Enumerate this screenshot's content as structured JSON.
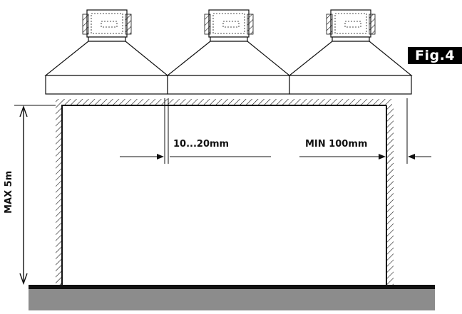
{
  "figure": {
    "label": "Fig.4"
  },
  "dimensions": {
    "gap_label": "10...20mm",
    "side_clearance_label": "MIN 100mm",
    "height_label": "MAX  5m"
  },
  "units": {
    "count": 3
  },
  "colors": {
    "line": "#111111",
    "floor_top": "#111111",
    "floor_fill": "#8c8c8c",
    "badge_bg": "#000000",
    "badge_text": "#ffffff"
  }
}
